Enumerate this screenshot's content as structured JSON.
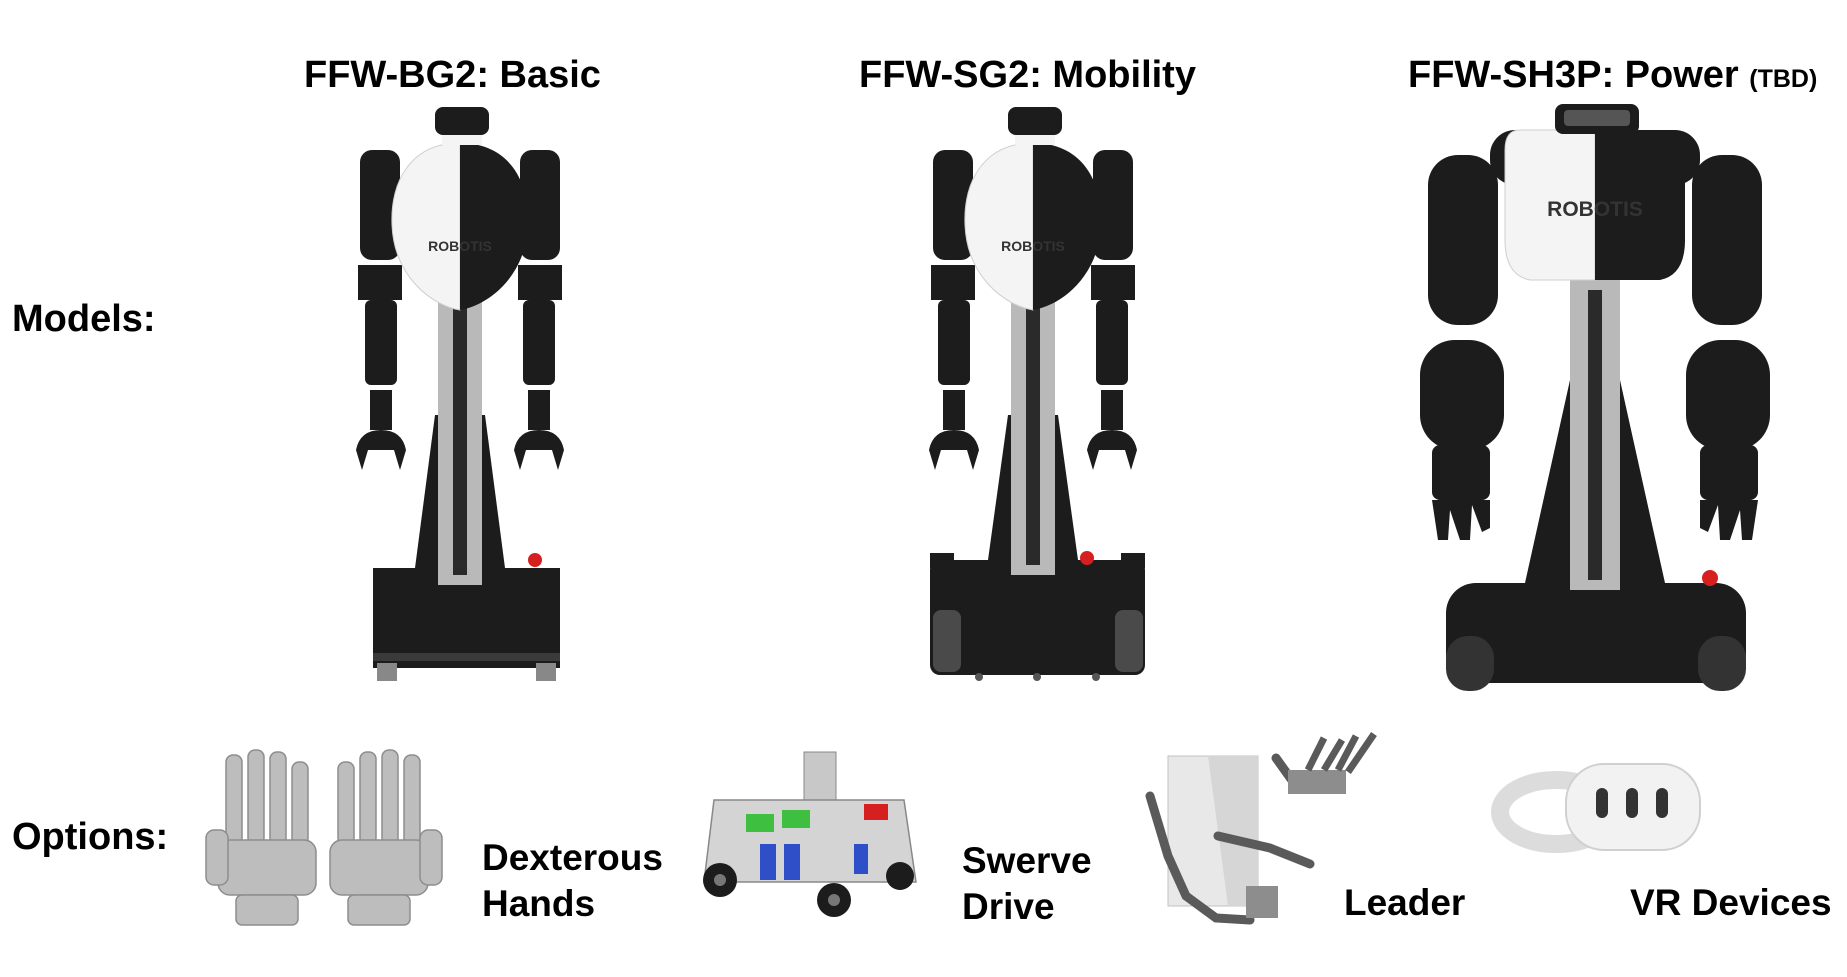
{
  "sections": {
    "models_label": "Models:",
    "options_label": "Options:"
  },
  "models": [
    {
      "name": "FFW-BG2: Basic",
      "suffix": ""
    },
    {
      "name": "FFW-SG2: Mobility",
      "suffix": ""
    },
    {
      "name": "FFW-SH3P: Power",
      "suffix": "(TBD)"
    }
  ],
  "options": [
    {
      "line1": "Dexterous",
      "line2": "Hands"
    },
    {
      "line1": "Swerve",
      "line2": "Drive"
    },
    {
      "line1": "Leader",
      "line2": ""
    },
    {
      "line1": "VR Devices",
      "line2": ""
    }
  ],
  "branding": {
    "logo_text": "ROBOTIS"
  },
  "colors": {
    "robot_body": "#1c1c1c",
    "robot_shell": "#f4f4f4",
    "rail": "#b9b9b9",
    "estop": "#d62020",
    "hand_gray": "#bdbdbd",
    "drive_blue": "#2f4fc8",
    "drive_green": "#3fbf3f"
  }
}
